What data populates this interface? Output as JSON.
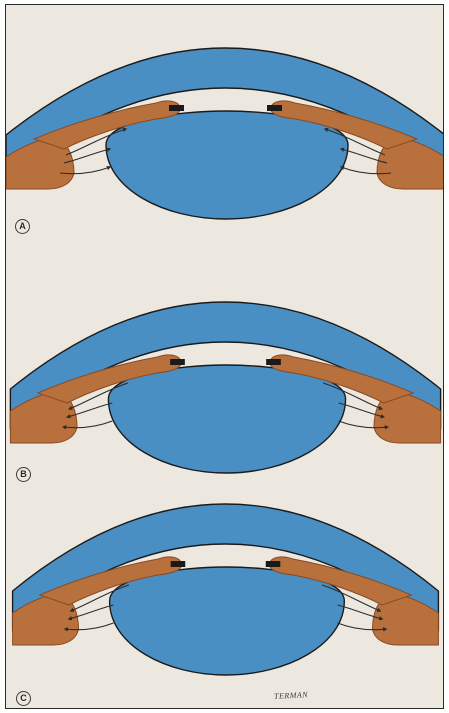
{
  "panels": [
    {
      "label": "A",
      "arrow_direction": "inward"
    },
    {
      "label": "B",
      "arrow_direction": "outward"
    },
    {
      "label": "C",
      "arrow_direction": "outward"
    }
  ],
  "signature": "TERMAN",
  "colors": {
    "background": "#ece8df",
    "cornea": "#4a8fc4",
    "lens": "#4a8fc4",
    "outline": "#1a1a1a",
    "ciliary": "#b8703c",
    "ciliary_dark": "#8a4a22",
    "zonule": "#2b2b2b"
  }
}
